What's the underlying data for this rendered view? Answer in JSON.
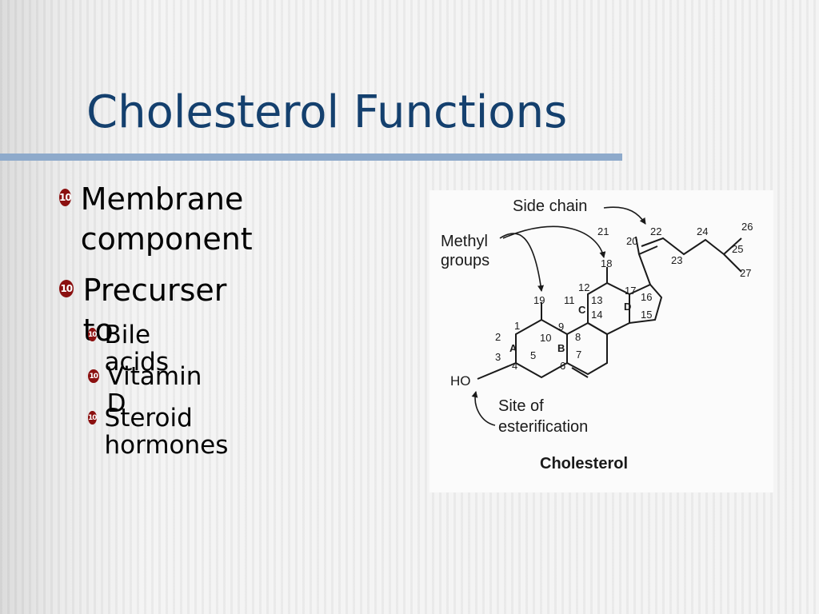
{
  "slide": {
    "title": "Cholesterol Functions",
    "accent_color": "#14406e",
    "rule_color": "#8eaacb",
    "bullet_color": "#8b1010",
    "bullet_icon": "circled-number-ten-icon",
    "bullet_glyph": "10"
  },
  "bullets": [
    {
      "level": 1,
      "text": "Membrane component"
    },
    {
      "level": 1,
      "text": "Precurser to"
    },
    {
      "level": 2,
      "text": "Bile acids"
    },
    {
      "level": 2,
      "text": "Vitamin D"
    },
    {
      "level": 2,
      "text": "Steroid hormones"
    }
  ],
  "diagram": {
    "caption": "Cholesterol",
    "side_chain_label": "Side chain",
    "methyl_label": "Methyl groups",
    "site_label": "Site of esterification",
    "ho_label": "HO",
    "ring_labels": [
      "A",
      "B",
      "C",
      "D"
    ],
    "carbon_numbers": [
      "1",
      "2",
      "3",
      "4",
      "5",
      "6",
      "7",
      "8",
      "9",
      "10",
      "11",
      "12",
      "13",
      "14",
      "15",
      "16",
      "17",
      "18",
      "19",
      "20",
      "21",
      "22",
      "23",
      "24",
      "25",
      "26",
      "27"
    ]
  }
}
